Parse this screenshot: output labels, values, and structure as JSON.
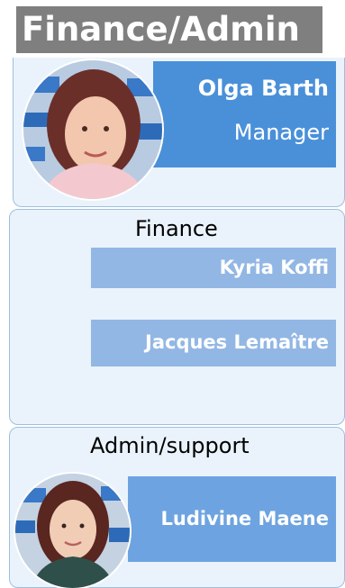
{
  "header": {
    "title": "Finance/Admin"
  },
  "manager": {
    "name": "Olga Barth",
    "role": "Manager"
  },
  "sections": [
    {
      "title": "Finance",
      "members": [
        {
          "name": "Kyria Koffi"
        },
        {
          "name": "Jacques Lemaître"
        }
      ]
    },
    {
      "title": "Admin/support",
      "members": [
        {
          "name": "Ludivine Maene"
        }
      ]
    }
  ],
  "colors": {
    "header_bg": "#7f7f7f",
    "manager_bar": "#4a90d9",
    "member_bar": "#92b7e4",
    "panel_bg": "#eaf3fb",
    "panel_border": "#9dbfdf"
  },
  "icons": {
    "manager_avatar": "photo-avatar",
    "member_avatar": "photo-avatar"
  }
}
